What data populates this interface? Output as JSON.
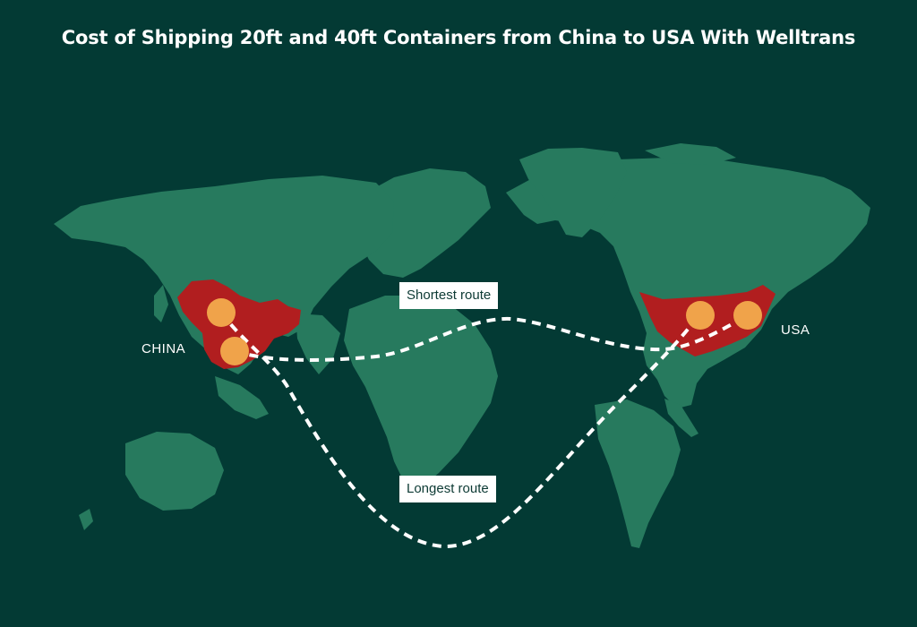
{
  "title": "Cost of Shipping 20ft and 40ft Containers from China to USA With Welltrans",
  "labels": {
    "origin": "CHINA",
    "destination": "USA"
  },
  "routes": {
    "shortest": "Shortest route",
    "longest": "Longest route"
  },
  "colors": {
    "background": "#033a34",
    "land": "#277a5e",
    "highlight": "#b11e1f",
    "port_marker": "#f0a34a",
    "route_line": "#ffffff"
  }
}
